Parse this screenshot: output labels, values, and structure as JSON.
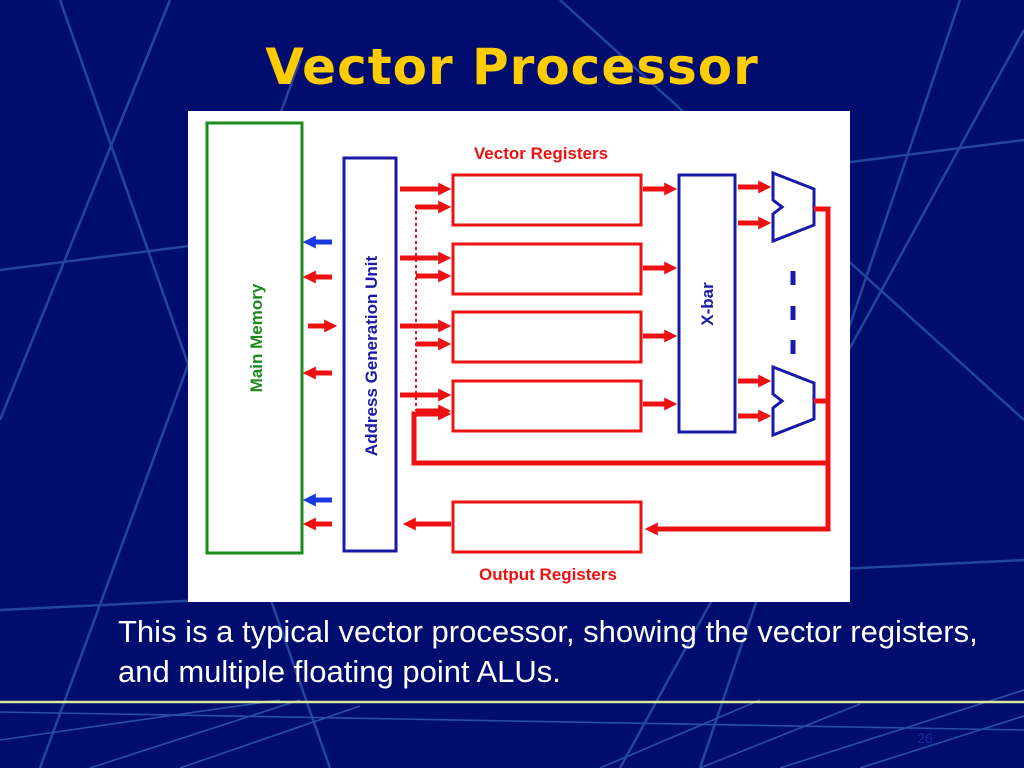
{
  "slide": {
    "title": "Vector Processor",
    "caption": "This is a typical vector processor, showing the vector registers, and multiple floating point ALUs.",
    "slide_number": "26"
  },
  "diagram": {
    "main_memory_label": "Main Memory",
    "agu_label": "Address Generation Unit",
    "vector_registers_label": "Vector Registers",
    "xbar_label": "X-bar",
    "output_registers_label": "Output Registers",
    "vector_register_count": 4,
    "alu_count": 2
  },
  "colors": {
    "background": "#000c6e",
    "title": "#ffcc00",
    "memory_box": "#1a8a1a",
    "unit_box": "#1a1aa8",
    "data_flow": "#ee1111",
    "address_flow": "#1a3ae0"
  }
}
